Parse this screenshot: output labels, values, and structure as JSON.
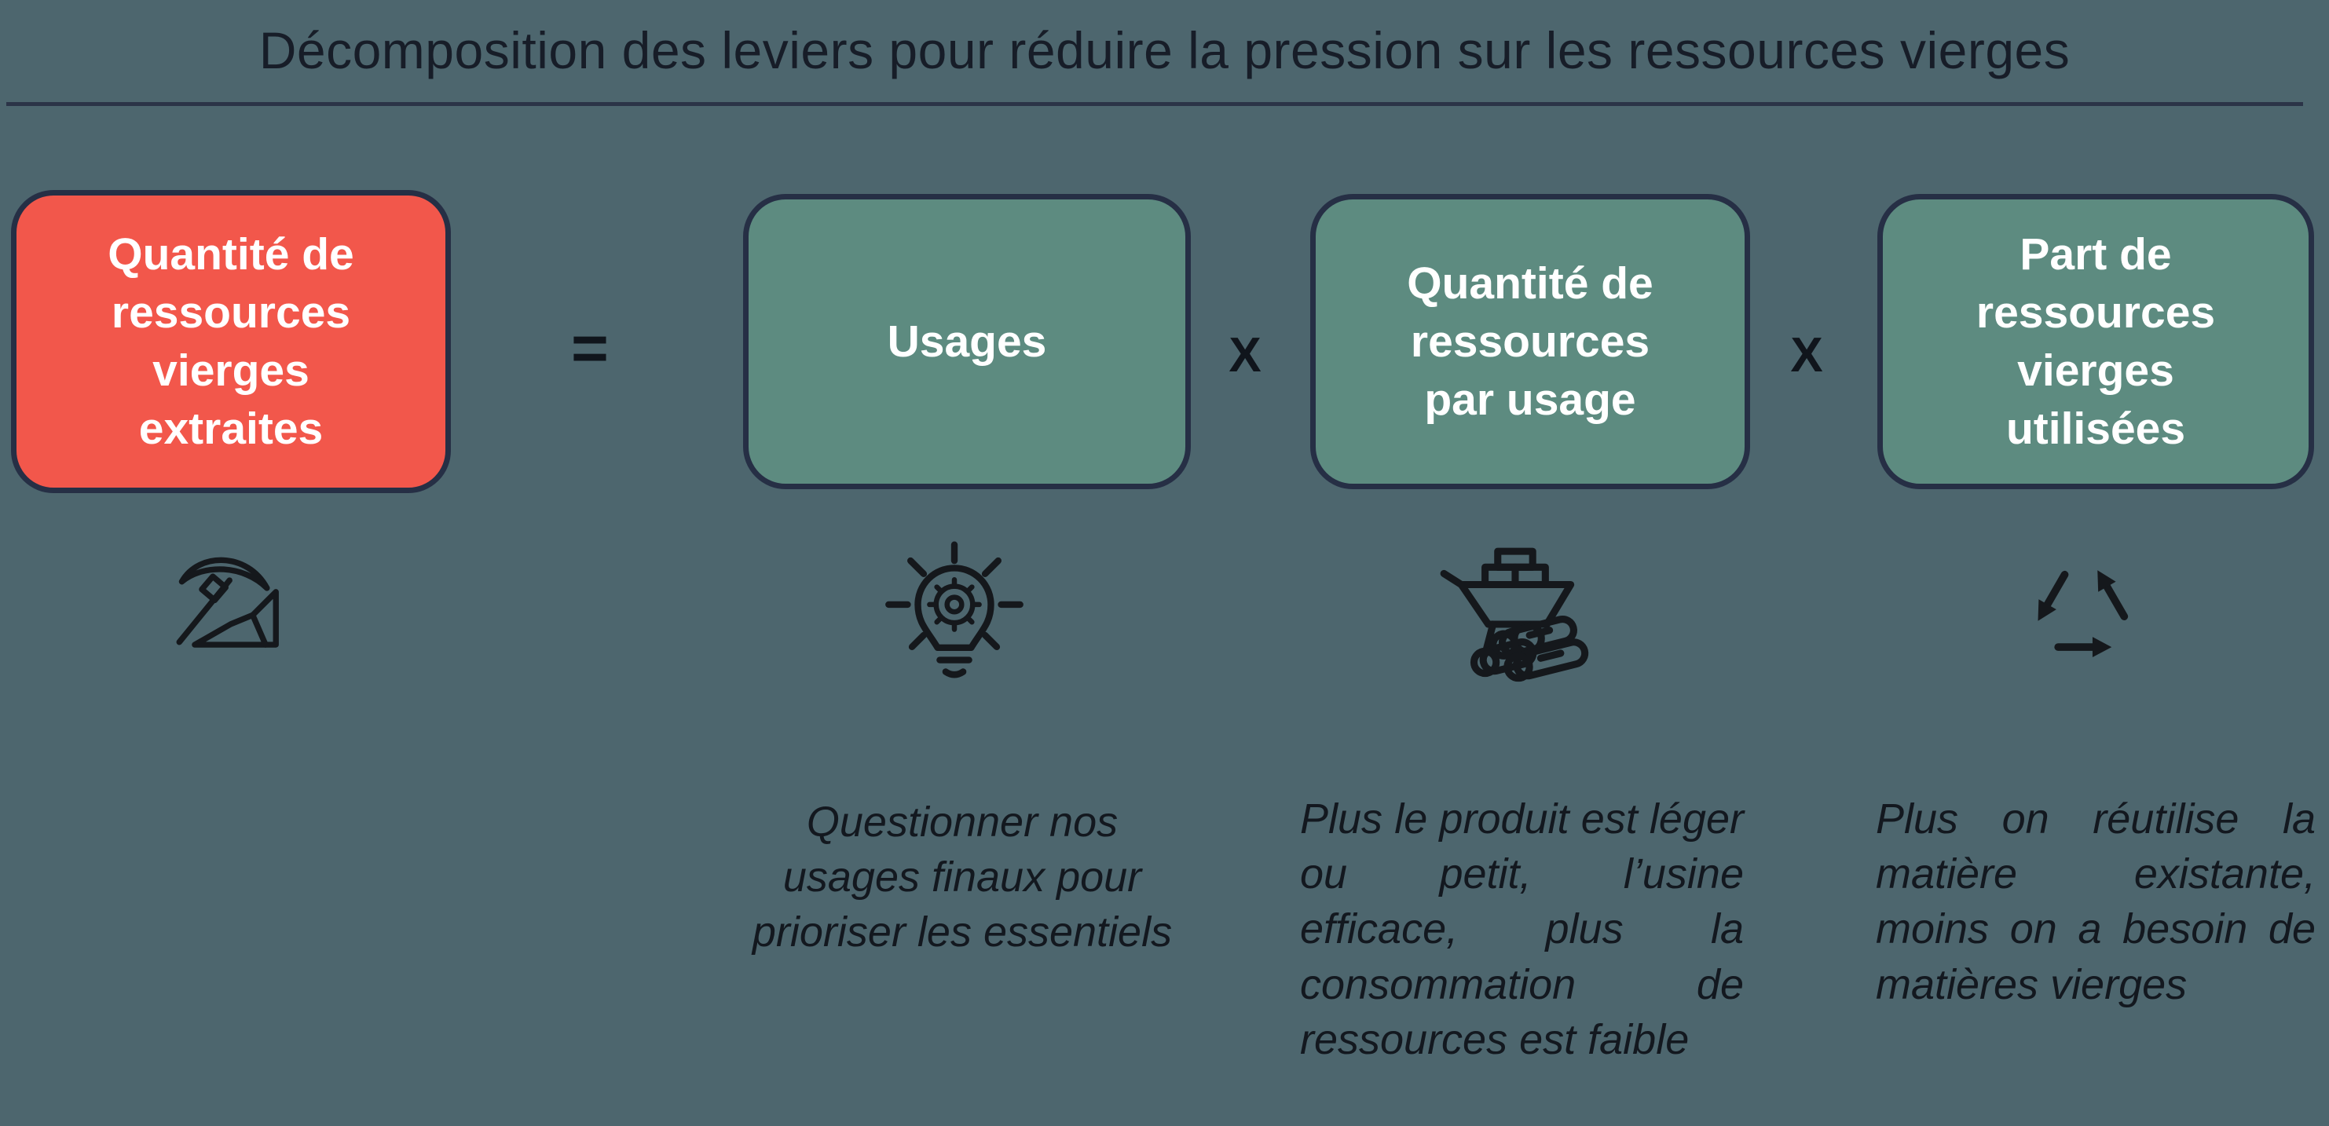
{
  "title": "Décomposition des leviers pour réduire la pression sur les ressources vierges",
  "colors": {
    "background": "#4d666e",
    "result_box": "#f2574b",
    "factor_box": "#5d8b80",
    "box_border": "#262f45",
    "ink": "#15181c",
    "box_text": "#ffffff"
  },
  "equation": {
    "equals_sign": "=",
    "times_sign": "X",
    "result": {
      "label": "Quantité de\nressources\nvierges\nextraites"
    },
    "factors": [
      {
        "label": "Usages"
      },
      {
        "label": "Quantité de\nressources\npar usage"
      },
      {
        "label": "Part de\nressources\nvierges\nutilisées"
      }
    ]
  },
  "icons": [
    {
      "name": "pickaxe-icon"
    },
    {
      "name": "lightbulb-gear-icon"
    },
    {
      "name": "wheelbarrow-logs-icon"
    },
    {
      "name": "recycle-icon"
    }
  ],
  "descriptions": [
    {
      "text": "Questionner nos usages finaux pour prioriser les essentiels"
    },
    {
      "text": "Plus le produit est léger ou petit, l’usine efficace, plus la consommation de ressources est faible"
    },
    {
      "text": "Plus on réutilise la matière existante, moins on a besoin de matières vierges"
    }
  ]
}
